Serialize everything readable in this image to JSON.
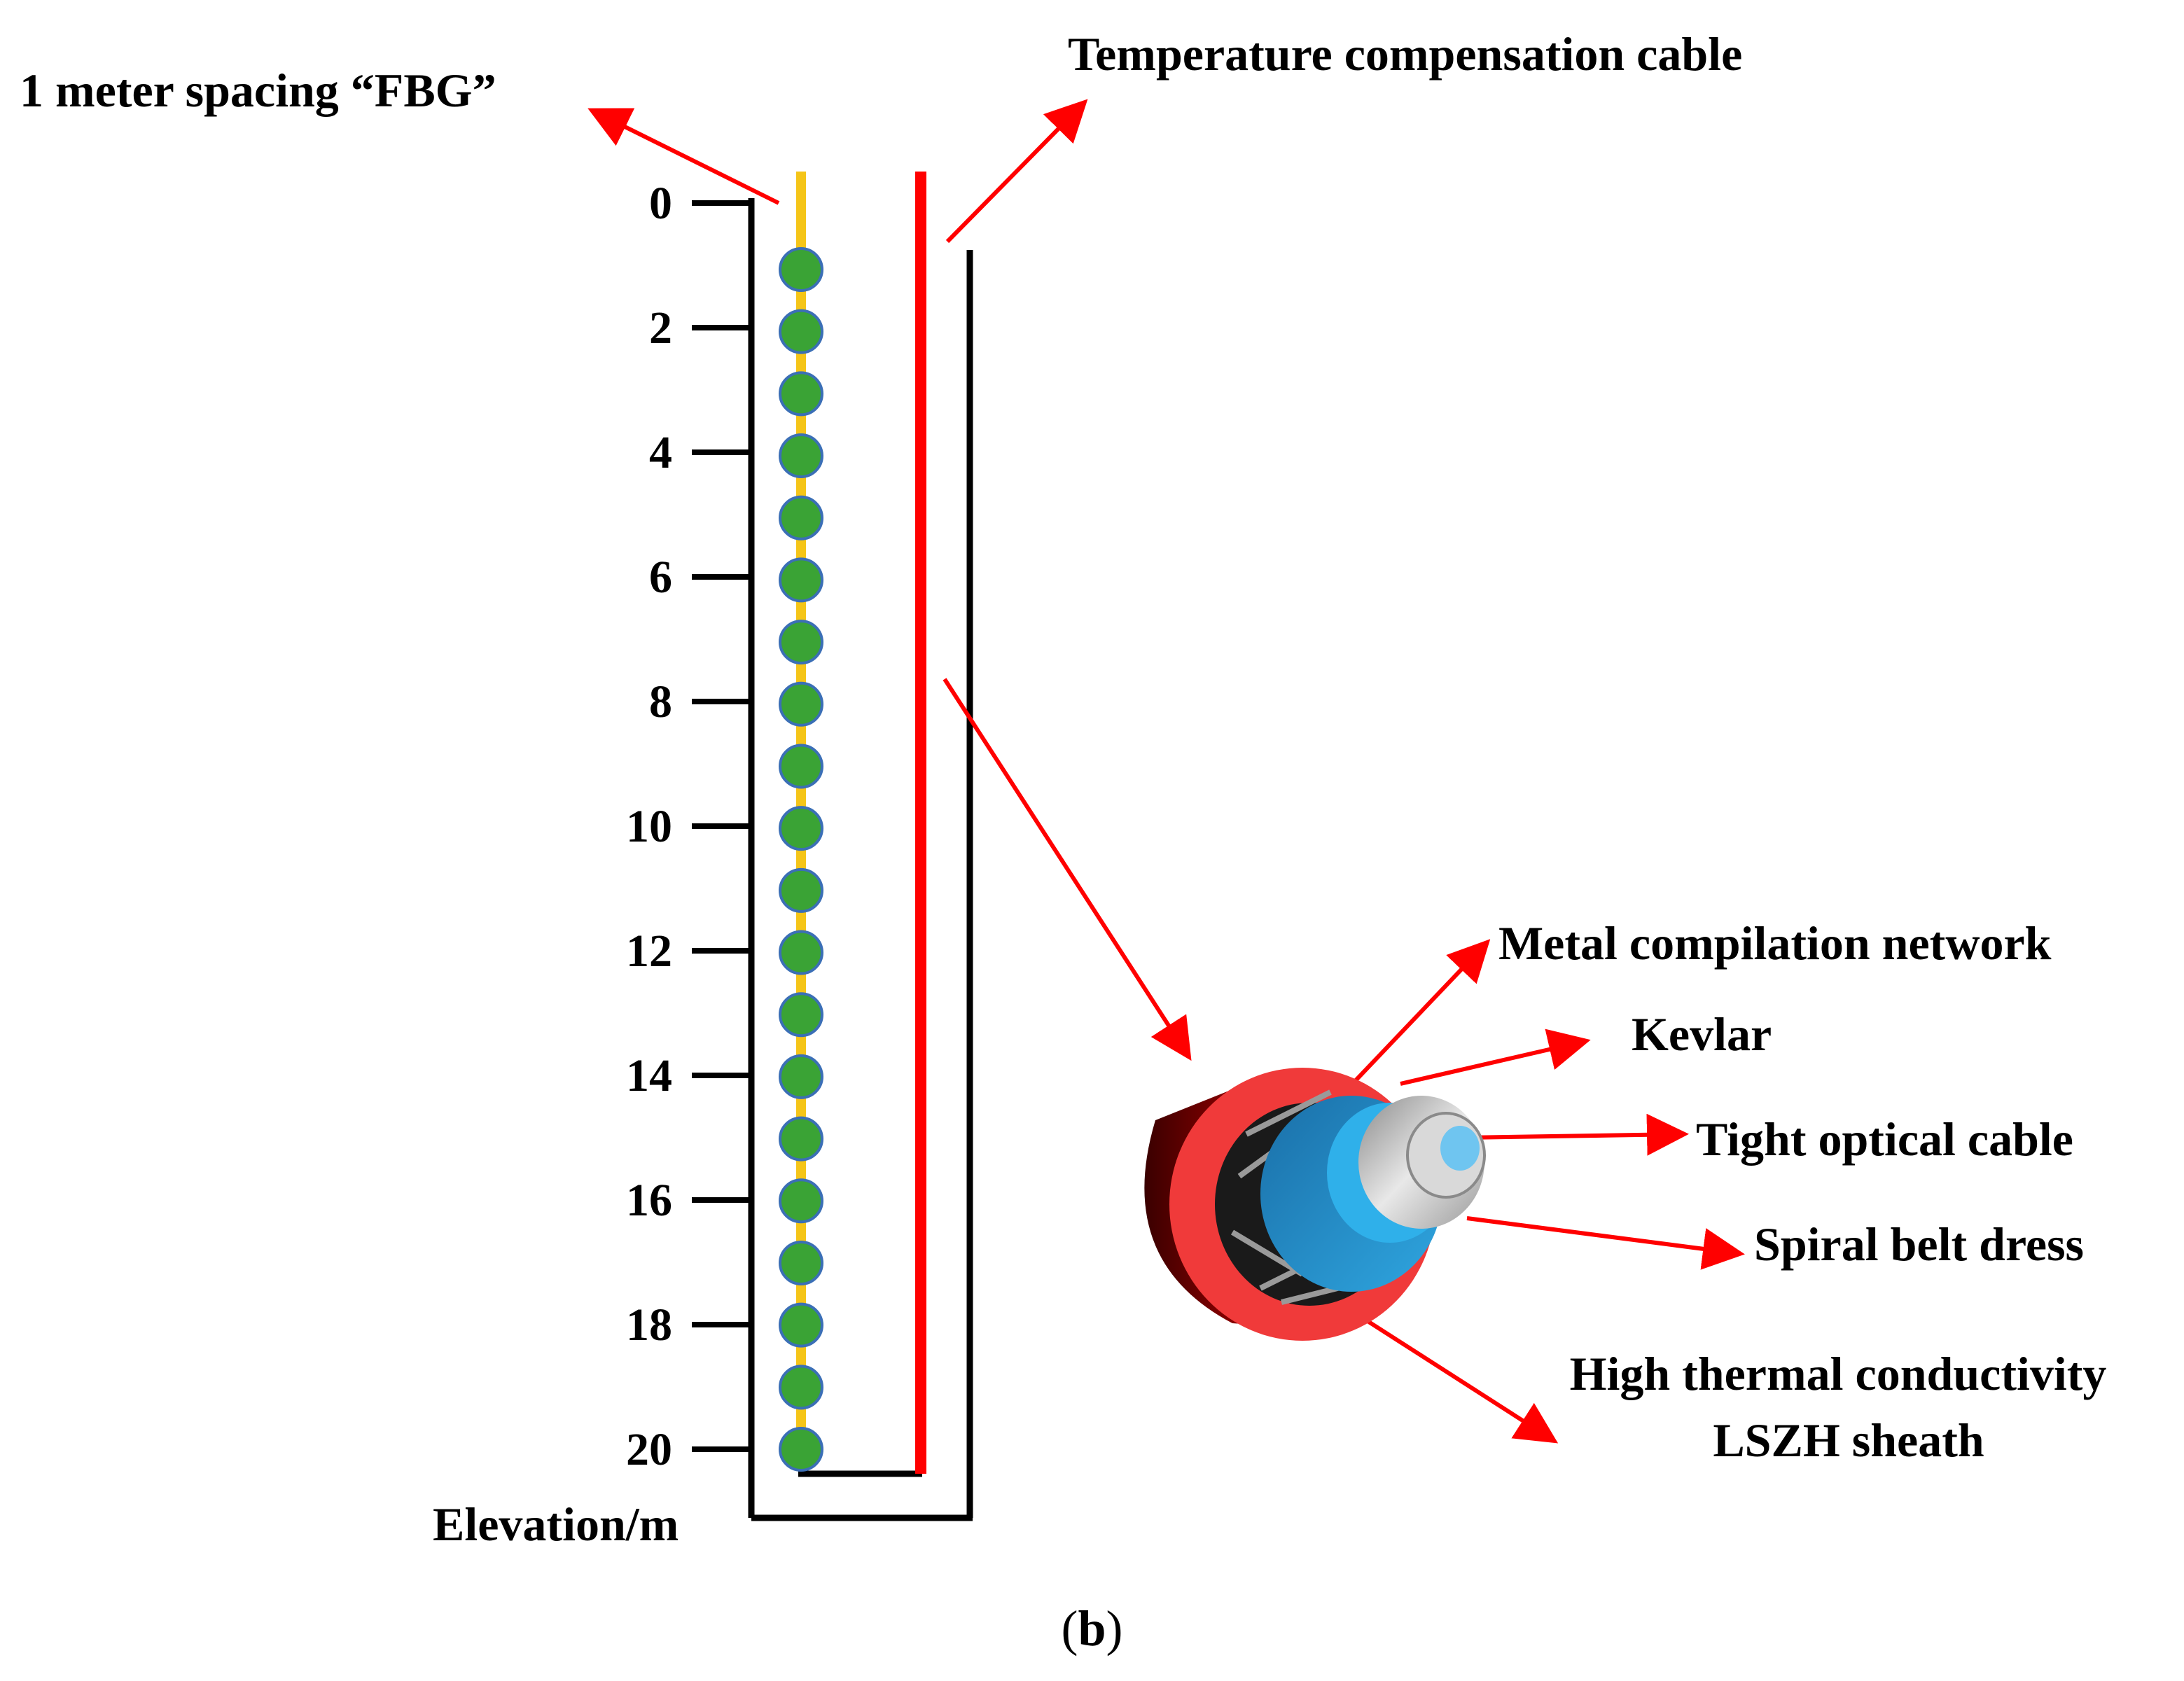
{
  "labels": {
    "fbg": "1 meter spacing “FBG”",
    "temp_cable": "Temperature compensation cable",
    "metal_network": "Metal compilation network",
    "kevlar": "Kevlar",
    "tight_cable": "Tight optical cable",
    "spiral_belt": "Spiral belt dress",
    "sheath_line1": "High thermal conductivity",
    "sheath_line2": "LSZH sheath",
    "axis": "Elevation/m"
  },
  "ticks": [
    "0",
    "2",
    "4",
    "6",
    "8",
    "10",
    "12",
    "14",
    "16",
    "18",
    "20"
  ],
  "caption": {
    "open": "(",
    "letter": "b",
    "close": ")"
  },
  "colors": {
    "fbg_fiber": "#f5c518",
    "fbg_sensor": "#3aa335",
    "sensor_outline": "#3b6fb6",
    "temp_cable": "#ff0000",
    "arrow": "#ff0000",
    "frame": "#000000"
  },
  "sensor_count": 20
}
